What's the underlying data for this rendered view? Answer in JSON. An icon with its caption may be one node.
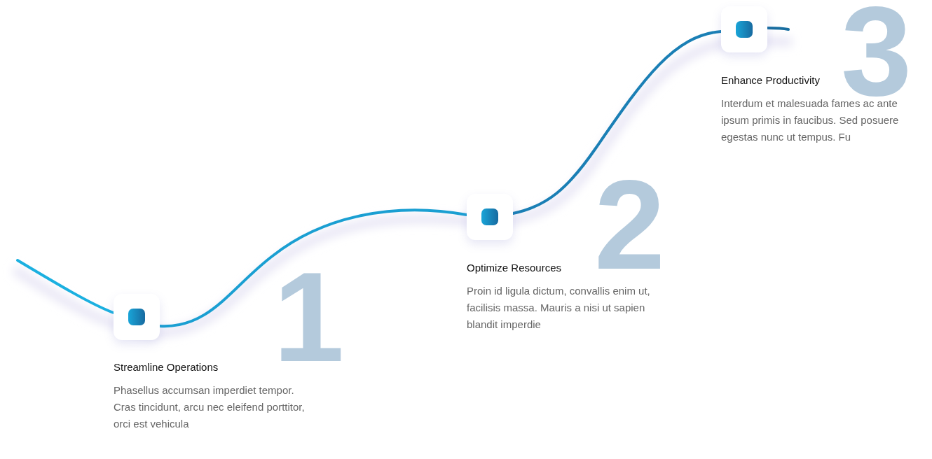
{
  "diagram": {
    "nodes": [
      {
        "text": [],
        "shape": "box",
        "beside": [
          "Streamline Operations",
          "Phasellus accumsan imperdiet tempor. Cras tincidunt, arcu nec eleifend porttitor, orci est vehicula",
          "1"
        ]
      },
      {
        "text": [],
        "shape": "box",
        "beside": [
          "Optimize Resources",
          "Proin id ligula dictum, convallis enim ut, facilisis massa. Mauris a nisi ut sapien blandit imperdie",
          "2"
        ]
      },
      {
        "text": [],
        "shape": "box",
        "beside": [
          "Enhance Productivity",
          "Interdum et malesuada fames ac ante ipsum primis in faucibus. Sed posuere egestas nunc ut tempus. Fu",
          "3"
        ]
      }
    ],
    "edges": [
      {
        "from": null,
        "to": 0,
        "arrow": "none"
      },
      {
        "from": 0,
        "to": 1,
        "arrow": "none"
      },
      {
        "from": 1,
        "to": 2,
        "arrow": "none"
      },
      {
        "from": 2,
        "to": null,
        "arrow": "none"
      }
    ]
  }
}
